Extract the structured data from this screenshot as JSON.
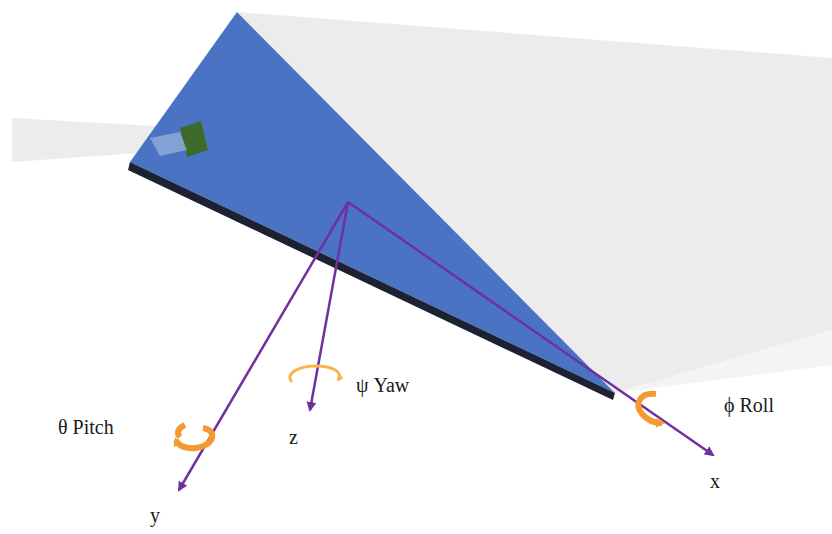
{
  "diagram": {
    "labels": [
      "ψ Yaw",
      "θ Pitch",
      "ϕ Roll",
      "z",
      "y",
      "x"
    ]
  }
}
